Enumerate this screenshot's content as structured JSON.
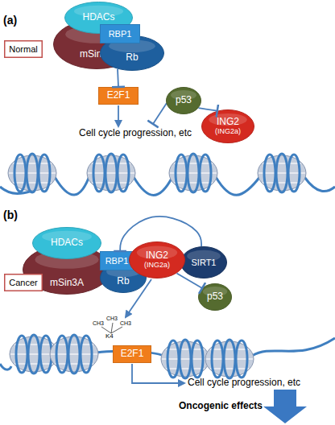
{
  "diagram": {
    "nodes": [
      {
        "text": [
          "HDACs"
        ]
      },
      {
        "text": [
          "RBP1"
        ]
      },
      {
        "text": [
          "mSin3A"
        ]
      },
      {
        "text": [
          "Rb"
        ]
      },
      {
        "text": [
          "Normal"
        ]
      },
      {
        "text": [
          "E2F1"
        ]
      },
      {
        "text": [
          "p53"
        ]
      },
      {
        "text": [
          "ING2",
          "(ING2a)"
        ]
      },
      {
        "text": [
          "HDACs"
        ]
      },
      {
        "text": [
          "RBP1"
        ]
      },
      {
        "text": [
          "ING2",
          "(ING2a)"
        ]
      },
      {
        "text": [
          "SIRT1"
        ]
      },
      {
        "text": [
          "mSin3A"
        ]
      },
      {
        "text": [
          "Rb"
        ]
      },
      {
        "text": [
          "Cancer"
        ]
      },
      {
        "text": [
          "p53"
        ]
      },
      {
        "text": [
          "E2F1"
        ]
      }
    ],
    "edges": [
      {
        "from": 3,
        "to": 5,
        "arrow": "to"
      },
      {
        "from": 6,
        "to": 7,
        "arrow": "to"
      },
      {
        "from": 11,
        "to": 9,
        "arrow": "to"
      },
      {
        "from": 10,
        "to": 15,
        "arrow": "to"
      }
    ],
    "labels": [
      "(a)",
      "Cell cycle progression, etc",
      "(b)",
      "CH3",
      "CH3",
      "CH3",
      "K4",
      "Cell cycle progression, etc",
      "Oncogenic effects"
    ]
  }
}
